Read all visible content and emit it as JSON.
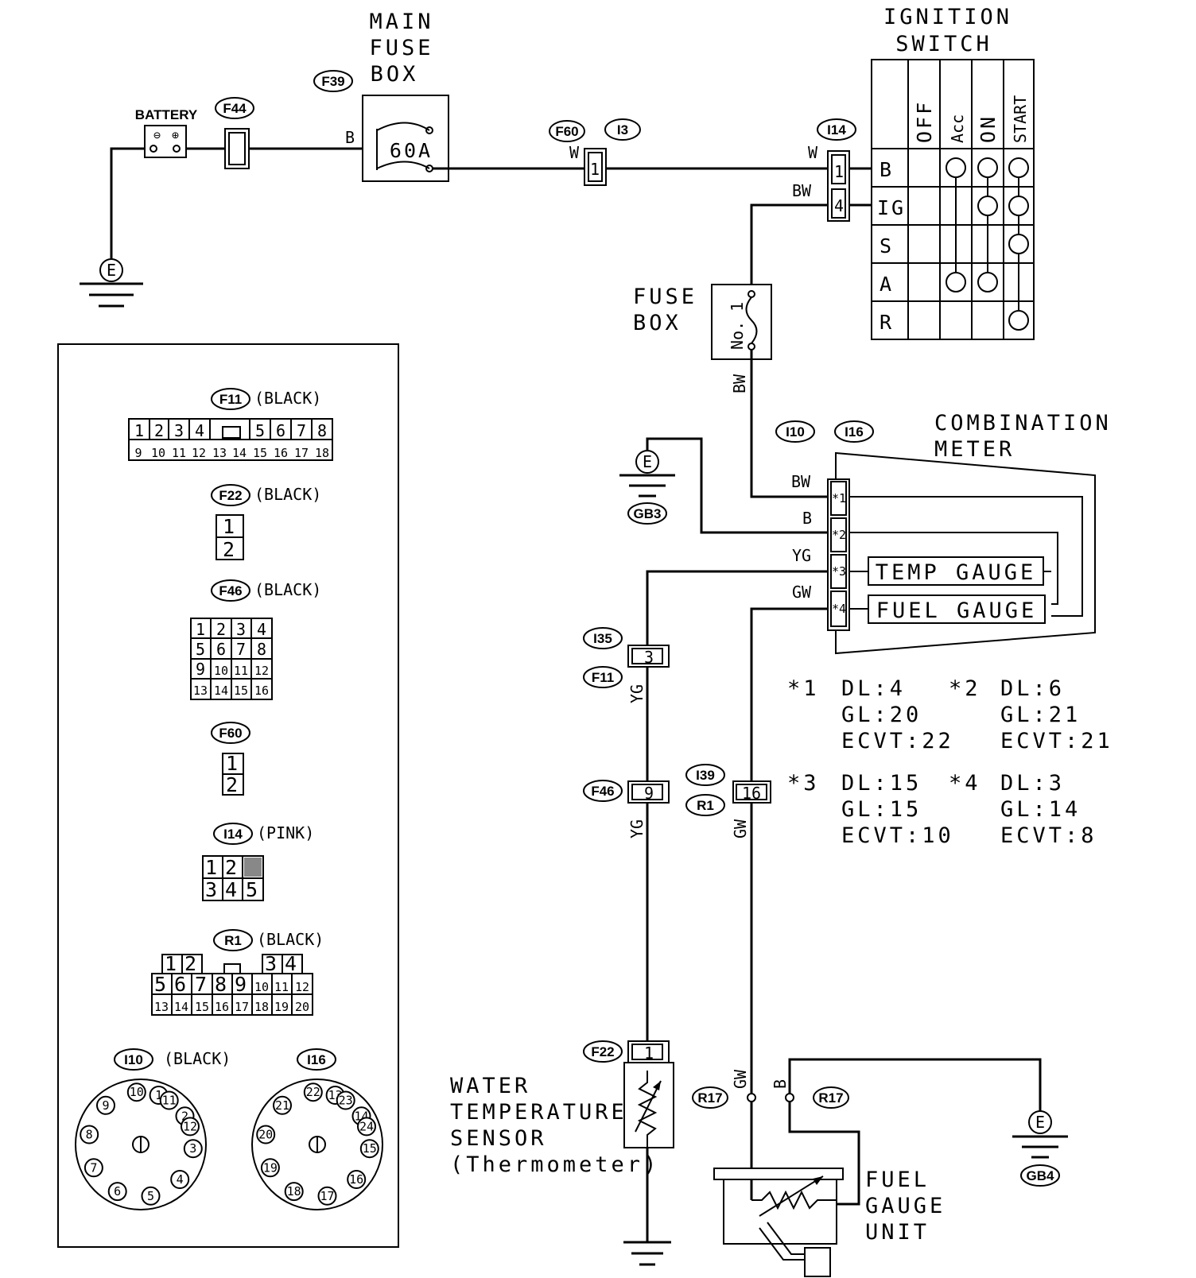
{
  "labels": {
    "main_fuse_box": [
      "MAIN",
      "FUSE",
      "BOX"
    ],
    "ignition_switch": [
      "IGNITION",
      "SWITCH"
    ],
    "battery": "BATTERY",
    "fuse_60a": "60A",
    "fuse_box": [
      "FUSE",
      "BOX"
    ],
    "fuse_no1": "No. 1",
    "combination_meter": [
      "COMBINATION",
      "METER"
    ],
    "temp_gauge": "TEMP GAUGE",
    "fuel_gauge": "FUEL GAUGE",
    "water_temp_sensor": [
      "WATER",
      "TEMPERATURE",
      "SENSOR",
      "(Thermometer)"
    ],
    "fuel_gauge_unit": [
      "FUEL",
      "GAUGE",
      "UNIT"
    ],
    "earth": "E",
    "ground_gb3": "GB3",
    "ground_gb4": "GB4"
  },
  "connectors": {
    "F39": "F39",
    "F44": "F44",
    "F60": "F60",
    "I3": "I3",
    "I14": "I14",
    "I10": "I10",
    "I16": "I16",
    "I35": "I35",
    "F11": "F11",
    "F46": "F46",
    "I39": "I39",
    "R1": "R1",
    "F22": "F22",
    "R17a": "R17",
    "R17b": "R17"
  },
  "wires": {
    "battery_out": "B",
    "fuse_out": "W",
    "ign_b": "W",
    "ign_ig": "BW",
    "fuse_down": "BW",
    "meter_1": "BW",
    "meter_2": "B",
    "meter_3": "YG",
    "meter_4": "GW",
    "yg_1": "YG",
    "yg_2": "YG",
    "gw_1": "GW",
    "gw_2": "GW",
    "unit_b": "B"
  },
  "pins": {
    "f60_pin": "1",
    "i14_b": "1",
    "i14_ig": "4",
    "meter": [
      "*1",
      "*2",
      "*3",
      "*4"
    ],
    "i35": "3",
    "f46": "9",
    "i39": "16",
    "f22": "1"
  },
  "ignition": {
    "positions": [
      "OFF",
      "Acc",
      "ON",
      "START"
    ],
    "terminals": [
      "B",
      "IG",
      "S",
      "A",
      "R"
    ]
  },
  "notes": [
    {
      "mark": "*1",
      "lines": [
        "DL:4",
        "GL:20",
        "ECVT:22"
      ]
    },
    {
      "mark": "*2",
      "lines": [
        "DL:6",
        "GL:21",
        "ECVT:21"
      ]
    },
    {
      "mark": "*3",
      "lines": [
        "DL:15",
        "GL:15",
        "ECVT:10"
      ]
    },
    {
      "mark": "*4",
      "lines": [
        "DL:3",
        "GL:14",
        "ECVT:8"
      ]
    }
  ],
  "legend": {
    "f11": {
      "tag": "F11",
      "color": "(BLACK)",
      "top": [
        "1",
        "2",
        "3",
        "4",
        "5",
        "6",
        "7",
        "8"
      ],
      "bottom": [
        "9",
        "10",
        "11",
        "12",
        "13",
        "14",
        "15",
        "16",
        "17",
        "18"
      ]
    },
    "f22": {
      "tag": "F22",
      "color": "(BLACK)",
      "pins": [
        "1",
        "2"
      ]
    },
    "f46": {
      "tag": "F46",
      "color": "(BLACK)",
      "pins": [
        "1",
        "2",
        "3",
        "4",
        "5",
        "6",
        "7",
        "8",
        "9",
        "10",
        "11",
        "12",
        "13",
        "14",
        "15",
        "16"
      ]
    },
    "f60": {
      "tag": "F60",
      "pins": [
        "1",
        "2"
      ]
    },
    "i14": {
      "tag": "I14",
      "color": "(PINK)",
      "pins": [
        "1",
        "2",
        "3",
        "4",
        "5"
      ]
    },
    "r1": {
      "tag": "R1",
      "color": "(BLACK)",
      "top": [
        "1",
        "2",
        "3",
        "4"
      ],
      "mid": [
        "5",
        "6",
        "7",
        "8",
        "9",
        "10",
        "11",
        "12"
      ],
      "bottom": [
        "13",
        "14",
        "15",
        "16",
        "17",
        "18",
        "19",
        "20"
      ]
    },
    "i10": {
      "tag": "I10",
      "color": "(BLACK)",
      "pins": [
        "1",
        "2",
        "3",
        "4",
        "5",
        "6",
        "7",
        "8",
        "9",
        "10",
        "11",
        "12"
      ]
    },
    "i16": {
      "tag": "I16",
      "pins": [
        "13",
        "14",
        "15",
        "16",
        "17",
        "18",
        "19",
        "20",
        "21",
        "22",
        "23",
        "24"
      ]
    }
  }
}
